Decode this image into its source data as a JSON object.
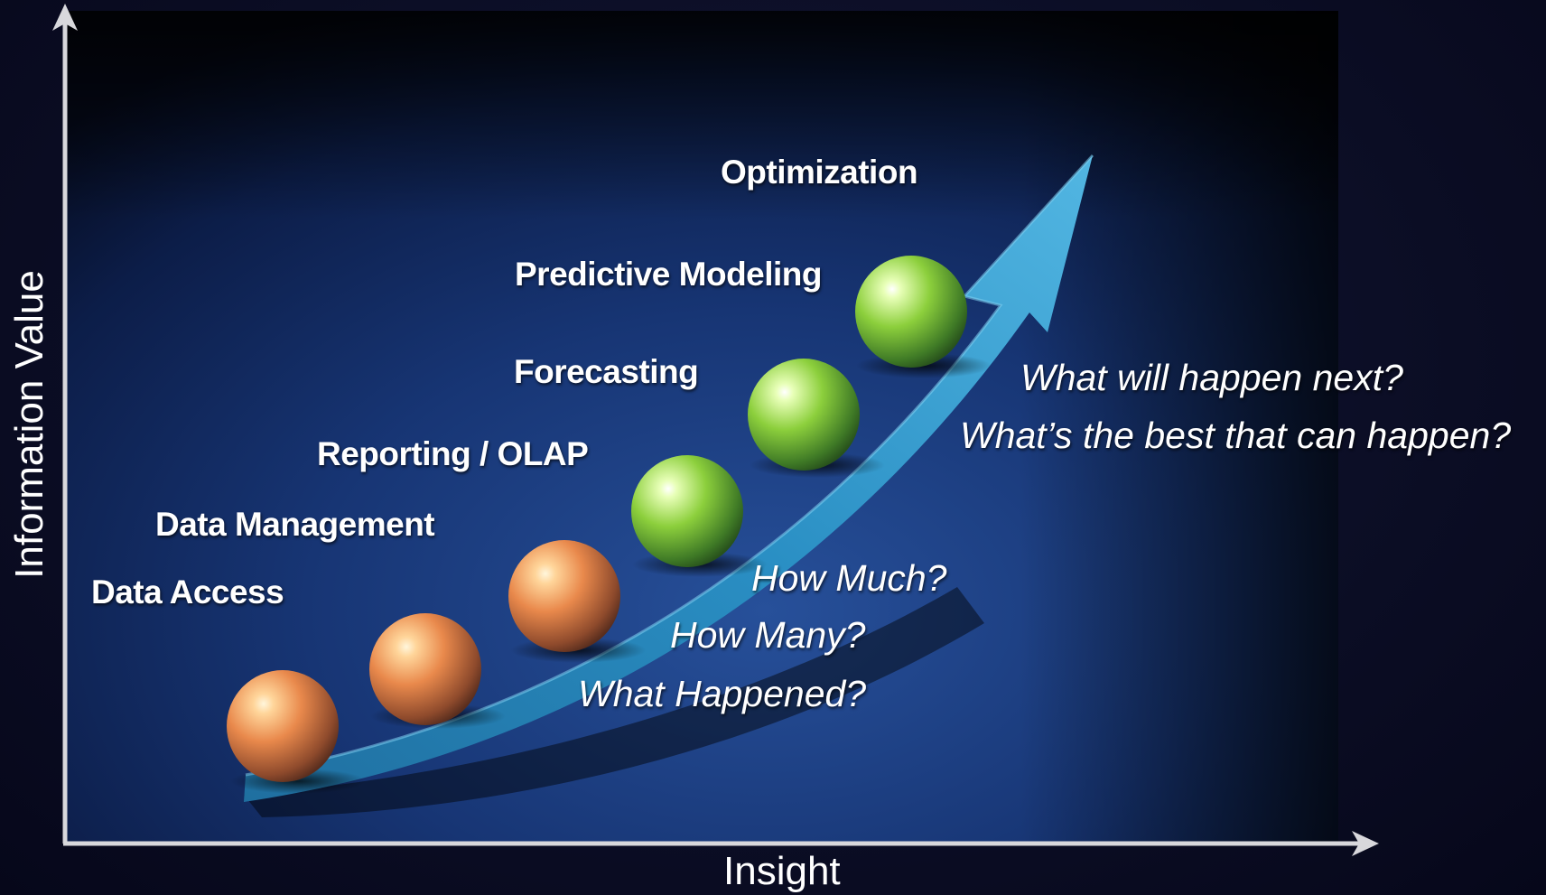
{
  "diagram": {
    "y_axis_label": "Information Value",
    "x_axis_label": "Insight",
    "stages": [
      {
        "label": "Data Access",
        "ball_color": "orange"
      },
      {
        "label": "Data Management",
        "ball_color": "orange"
      },
      {
        "label": "Reporting / OLAP",
        "ball_color": "orange"
      },
      {
        "label": "Forecasting",
        "ball_color": "green"
      },
      {
        "label": "Predictive Modeling",
        "ball_color": "green"
      },
      {
        "label": "Optimization",
        "ball_color": "green"
      }
    ],
    "questions": [
      "What Happened?",
      "How Many?",
      "How Much?",
      "What will happen next?",
      "What’s the best that can happen?"
    ],
    "colors": {
      "arrow": "#2a8fc4",
      "ball_orange": "#e0804a",
      "ball_green": "#8ccf3c",
      "axis": "#d8d8dc",
      "panel": "#1d3b7a"
    }
  }
}
